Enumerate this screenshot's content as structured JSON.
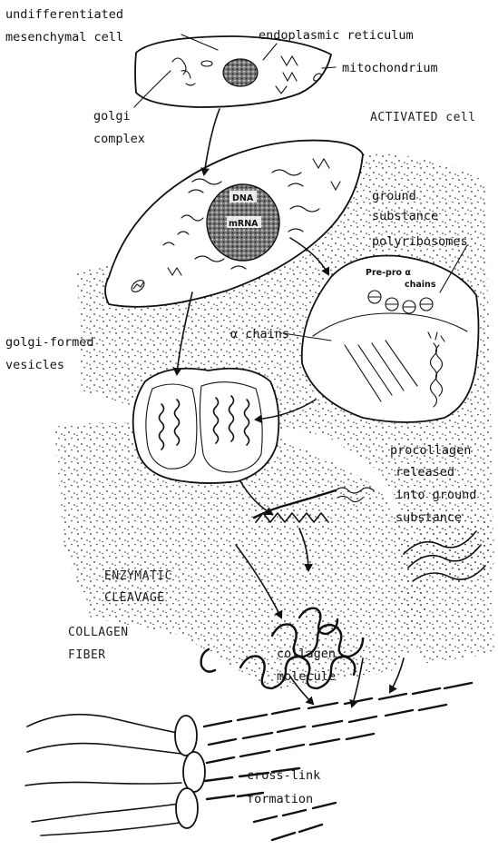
{
  "labels": {
    "undifferentiated_line1": "undifferentiated",
    "undifferentiated_line2": "mesenchymal cell",
    "endoplasmic_reticulum": "endoplasmic reticulum",
    "mitochondrium": "mitochondrium",
    "golgi_line1": "golgi",
    "golgi_line2": "complex",
    "activated_cell": "ACTIVATED cell",
    "ground_line1": "ground",
    "ground_line2": "substance",
    "polyribosomes": "polyribosomes",
    "pre_pro_line1": "Pre-pro α",
    "pre_pro_line2": "chains",
    "nucleus_dna": "DNA",
    "nucleus_rna": "mRNA",
    "alpha_chains": "α chains",
    "golgi_formed_line1": "golgi-formed",
    "golgi_formed_line2": "vesicles",
    "procollagen_line1": "procollagen",
    "procollagen_line2": "released",
    "procollagen_line3": "into ground",
    "procollagen_line4": "substance",
    "enzymatic_line1": "ENZYMATIC",
    "enzymatic_line2": "CLEAVAGE",
    "collagen_fiber_line1": "COLLAGEN",
    "collagen_fiber_line2": "FIBER",
    "collagen_molecule_line1": "collagen",
    "collagen_molecule_line2": "molecule",
    "crosslink_line1": "cross-link",
    "crosslink_line2": "formation"
  }
}
